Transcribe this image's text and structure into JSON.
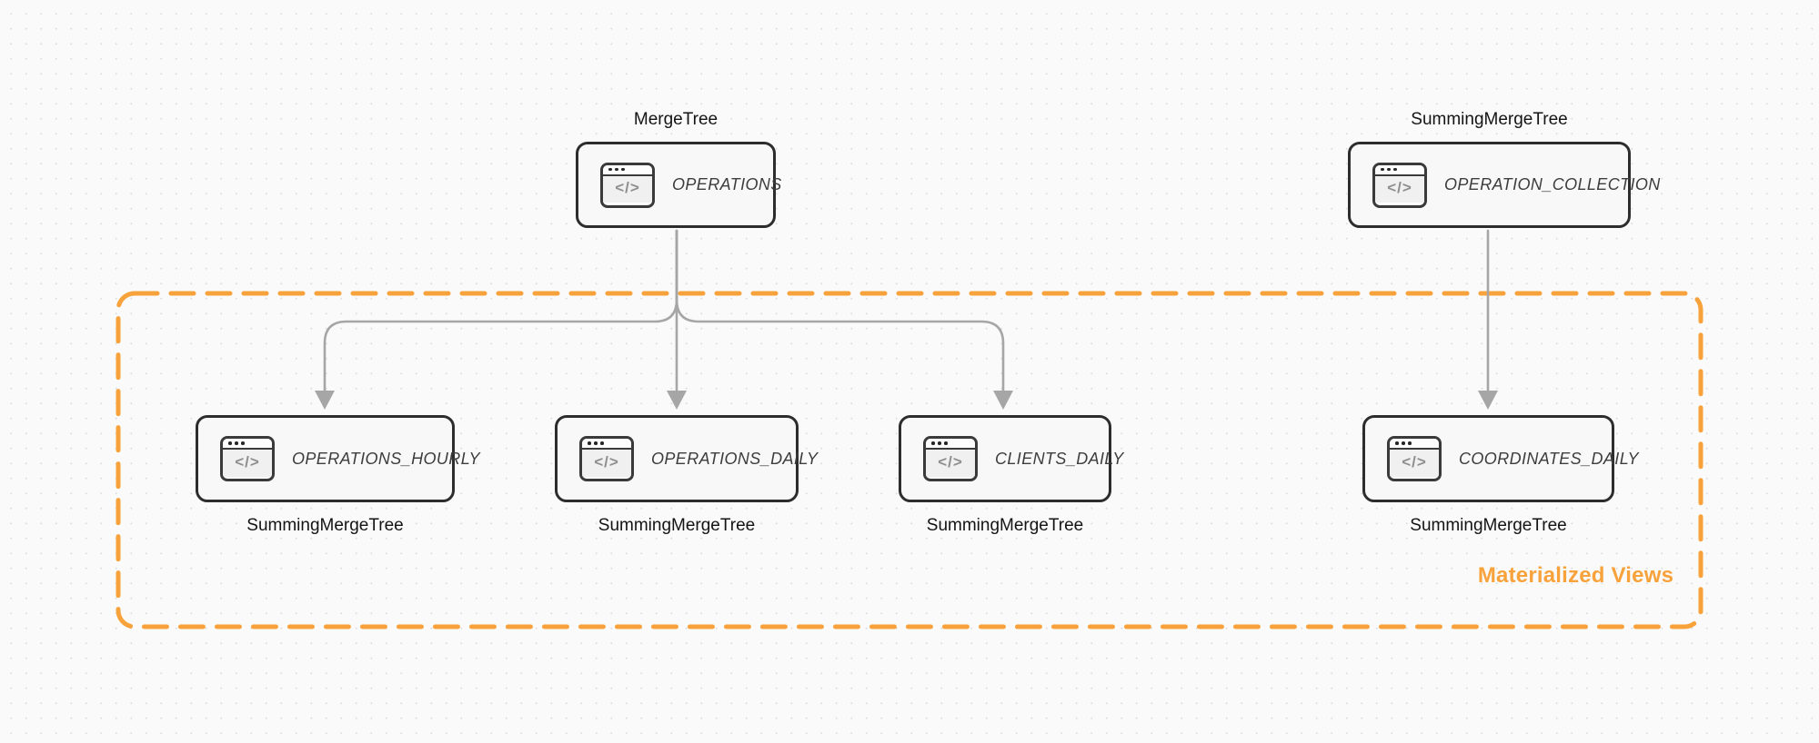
{
  "group": {
    "label": "Materialized Views"
  },
  "icon": {
    "glyph": "</>",
    "kind": "code-window-icon"
  },
  "nodes": [
    {
      "id": "operations",
      "engine": "MergeTree",
      "name": "OPERATIONS"
    },
    {
      "id": "operation-collection",
      "engine": "SummingMergeTree",
      "name": "OPERATION_COLLECTION"
    },
    {
      "id": "operations-hourly",
      "engine": "SummingMergeTree",
      "name": "OPERATIONS_HOURLY"
    },
    {
      "id": "operations-daily",
      "engine": "SummingMergeTree",
      "name": "OPERATIONS_DAILY"
    },
    {
      "id": "clients-daily",
      "engine": "SummingMergeTree",
      "name": "CLIENTS_DAILY"
    },
    {
      "id": "coordinates-daily",
      "engine": "SummingMergeTree",
      "name": "COORDINATES_DAILY"
    }
  ],
  "edges": [
    {
      "from": "OPERATIONS",
      "to": "OPERATIONS_HOURLY"
    },
    {
      "from": "OPERATIONS",
      "to": "OPERATIONS_DAILY"
    },
    {
      "from": "OPERATIONS",
      "to": "CLIENTS_DAILY"
    },
    {
      "from": "OPERATION_COLLECTION",
      "to": "COORDINATES_DAILY"
    }
  ],
  "colors": {
    "accent_orange": "#f7a23b",
    "arrow_gray": "#a6a6a6",
    "node_border": "#2d2d2d",
    "node_fill": "#f8f8f8",
    "background": "#fafafa",
    "dot_grid": "#dfdfe3"
  }
}
